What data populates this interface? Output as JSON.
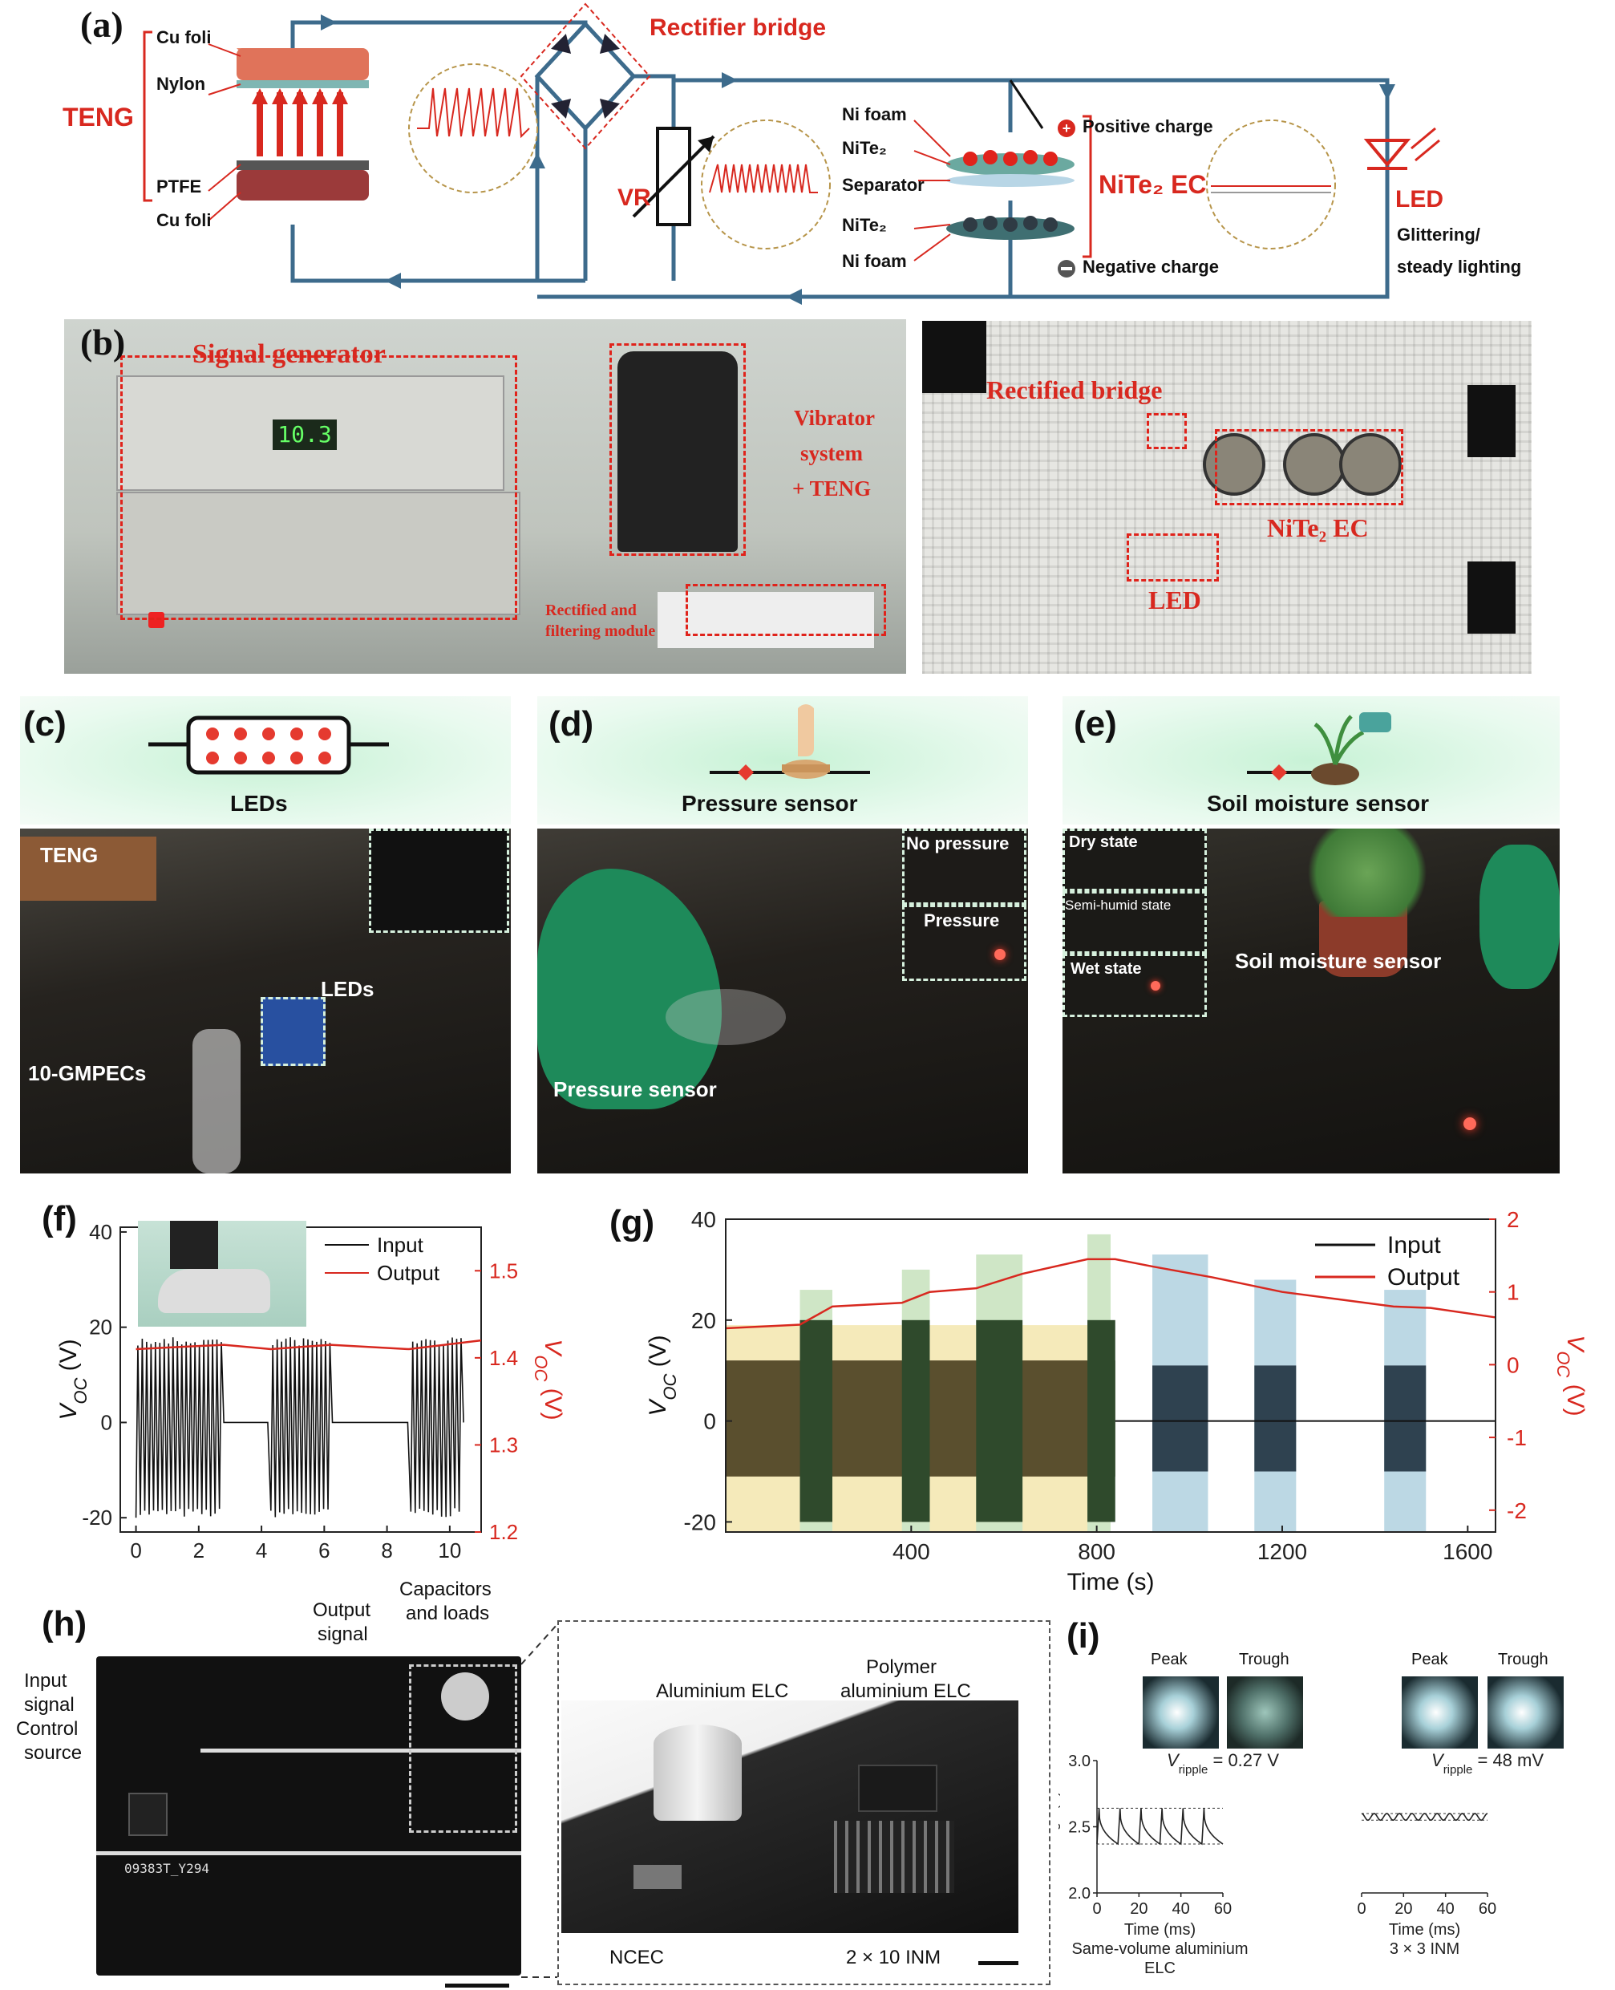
{
  "panels": {
    "a": {
      "label": "(a)",
      "teng": "TENG",
      "layers": [
        "Cu foli",
        "Nylon",
        "PTFE",
        "Cu foli"
      ],
      "rectifier": "Rectifier bridge",
      "vr": "VR",
      "ec_layers": [
        "Ni foam",
        "NiTe₂",
        "Separator",
        "NiTe₂",
        "Ni foam"
      ],
      "ec_name": "NiTe₂ EC",
      "positive": "Positive charge",
      "negative": "Negative charge",
      "led": "LED",
      "led_note_1": "Glittering/",
      "led_note_2": "steady lighting"
    },
    "b": {
      "label": "(b)",
      "signal_generator": "Signal generator",
      "display": "10.3",
      "vibrator_1": "Vibrator",
      "vibrator_2": "system",
      "vibrator_3": "+ TENG",
      "module_1": "Rectified and",
      "module_2": "filtering module",
      "rectified_bridge": "Rectified bridge",
      "ec": "NiTe₂ EC",
      "led": "LED"
    },
    "c": {
      "label": "(c)",
      "title": "LEDs",
      "teng": "TENG",
      "leds": "LEDs",
      "caps": "10-GMPECs"
    },
    "d": {
      "label": "(d)",
      "title": "Pressure sensor",
      "no_pressure": "No pressure",
      "pressure": "Pressure",
      "sensor": "Pressure sensor"
    },
    "e": {
      "label": "(e)",
      "title": "Soil moisture sensor",
      "dry": "Dry state",
      "semi": "Semi-humid state",
      "wet": "Wet state",
      "sensor": "Soil moisture sensor"
    },
    "h": {
      "label": "(h)",
      "input_1": "Input",
      "input_2": "signal",
      "control_1": "Control",
      "control_2": "source",
      "output_1": "Output",
      "output_2": "signal",
      "caps_1": "Capacitors",
      "caps_2": "and loads",
      "pcb_code": "09383T_Y294",
      "alu": "Aluminium ELC",
      "poly_1": "Polymer",
      "poly_2": "aluminium ELC",
      "ncec": "NCEC",
      "inm": "2 × 10 INM"
    },
    "i": {
      "label": "(i)"
    }
  },
  "colors": {
    "wire": "#3d6b8c",
    "accent_red": "#d8281f",
    "input_line": "#111111",
    "output_line": "#d8281f"
  },
  "chart_data": [
    {
      "id": "f",
      "label": "(f)",
      "type": "line",
      "x_range": [
        -0.5,
        11
      ],
      "xticks": [
        0,
        2,
        4,
        6,
        8,
        10
      ],
      "y_left_label": "V_OC (V)",
      "y_left_range": [
        -23,
        41
      ],
      "y_left_ticks": [
        -20,
        0,
        20,
        40
      ],
      "y_right_label": "V_OC (V)",
      "y_right_range": [
        1.2,
        1.55
      ],
      "y_right_ticks": [
        1.2,
        1.3,
        1.4,
        1.5
      ],
      "legend": "top-right",
      "series": [
        {
          "name": "Input",
          "color": "#111111",
          "bursts": [
            [
              0,
              2.8
            ],
            [
              4.3,
              6.2
            ],
            [
              8.7,
              10.3
            ]
          ],
          "amplitude_high": 18,
          "amplitude_low": -20,
          "idle": 0
        },
        {
          "name": "Output",
          "color": "#d8281f",
          "x": [
            0,
            2.8,
            4.3,
            6.2,
            8.7,
            11
          ],
          "y": [
            1.41,
            1.415,
            1.41,
            1.415,
            1.41,
            1.42
          ]
        }
      ]
    },
    {
      "id": "g",
      "label": "(g)",
      "type": "line",
      "xlabel": "Time (s)",
      "x_range": [
        0,
        1660
      ],
      "xticks": [
        400,
        800,
        1200,
        1600
      ],
      "y_left_label": "V_OC (V)",
      "y_left_range": [
        -22,
        40
      ],
      "y_left_ticks": [
        -20,
        0,
        20,
        40
      ],
      "y_right_label": "V_OC (V)",
      "y_right_range": [
        -2.3,
        2
      ],
      "y_right_ticks": [
        -2,
        -1,
        0,
        1,
        2
      ],
      "legend": "top-right",
      "series": [
        {
          "name": "Input",
          "color": "#111111"
        },
        {
          "name": "Output",
          "color": "#d8281f",
          "x": [
            0,
            160,
            230,
            380,
            440,
            540,
            640,
            780,
            840,
            920,
            1050,
            1200,
            1320,
            1440,
            1520,
            1660
          ],
          "y": [
            0.5,
            0.55,
            0.8,
            0.85,
            1.0,
            1.05,
            1.25,
            1.45,
            1.45,
            1.35,
            1.2,
            1.0,
            0.9,
            0.8,
            0.78,
            0.65
          ]
        }
      ]
    },
    {
      "id": "i-left",
      "type": "line",
      "xlabel": "Time (ms)",
      "ylabel": "Voltage (V)",
      "x_range": [
        0,
        60
      ],
      "xticks": [
        0,
        20,
        40,
        60
      ],
      "y_range": [
        2.0,
        3.0
      ],
      "yticks": [
        2.0,
        2.5,
        3.0
      ],
      "peak": "Peak",
      "trough": "Trough",
      "ripple": "= 0.27 V",
      "caption_1": "Same-volume aluminium",
      "caption_2": "ELC",
      "ripple_bounds": [
        2.37,
        2.64
      ]
    },
    {
      "id": "i-right",
      "type": "line",
      "xlabel": "Time (ms)",
      "x_range": [
        0,
        60
      ],
      "xticks": [
        0,
        20,
        40,
        60
      ],
      "y_range": [
        2.0,
        3.0
      ],
      "peak": "Peak",
      "trough": "Trough",
      "ripple": "= 48 mV",
      "caption_1": "3 × 3 INM",
      "ripple_bounds": [
        2.55,
        2.6
      ]
    }
  ]
}
